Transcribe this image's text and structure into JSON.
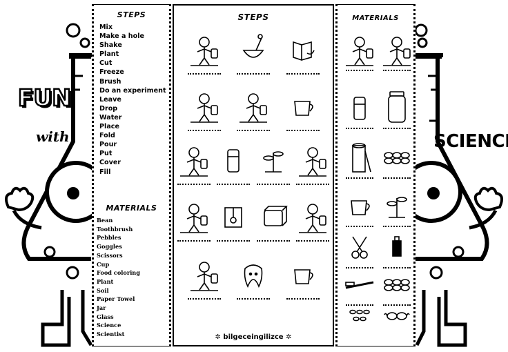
{
  "left_title": {
    "word1": "FUN",
    "word2": "with"
  },
  "right_title": "SCIENCE",
  "word_panel": {
    "steps_header": "STEPS",
    "steps": [
      "Mix",
      "Make a hole",
      "Shake",
      "Plant",
      "Cut",
      "Freeze",
      "Brush",
      "Do an experiment",
      "Leave",
      "Drop",
      "Water",
      "Place",
      "Fold",
      "Pour",
      "Put",
      "Cover",
      "Fill"
    ],
    "materials_header": "MATERIALS",
    "materials": [
      "Bean",
      "Toothbrush",
      "Pebbles",
      "Goggles",
      "Scissors",
      "Cup",
      "Food coloring",
      "Plant",
      "Soil",
      "Paper Towel",
      "Jar",
      "Glass",
      "Science",
      "Scientist"
    ]
  },
  "steps_panel": {
    "header": "STEPS",
    "footer": "bilgeceingilizce"
  },
  "materials_panel": {
    "header": "MATERIALS"
  },
  "icons": {
    "steps": [
      "mixing-beakers-icon",
      "bowl-stirring-icon",
      "folded-paper-icon",
      "bear-pouring-icon",
      "hand-sprinkling-icon",
      "pouring-tea-icon",
      "hand-washing-icon",
      "bottle-icon",
      "girl-planting-icon",
      "boy-experiment-icon",
      "girl-watering-icon",
      "frame-icon",
      "ice-cube-icon",
      "baby-sitting-icon",
      "kids-washing-icon",
      "tooth-brushing-icon",
      "kettle-icon"
    ],
    "materials": [
      "scientist-girl-icon",
      "scientist-boy-icon",
      "glass-icon",
      "jar-icon",
      "paper-towel-icon",
      "pebbles-icon",
      "cup-icon",
      "plant-icon",
      "scissors-icon",
      "food-coloring-icon",
      "toothbrush-icon",
      "pebbles-pile-icon",
      "beans-icon",
      "goggles-icon"
    ]
  }
}
